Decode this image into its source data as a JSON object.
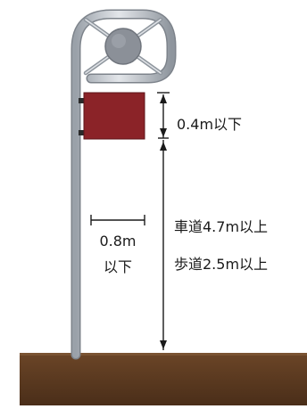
{
  "labels": {
    "panel_height": "0.4m以下",
    "panel_width_value": "0.8m",
    "panel_width_condition": "以下",
    "roadway_clearance": "車道4.7m以上",
    "sidewalk_clearance": "歩道2.5m以上"
  },
  "colors": {
    "pole": "#c7ccd3",
    "pole_outline": "#7d838b",
    "sign_panel": "#8b2328",
    "ground": "#5a3a22",
    "dimension_line": "#1a1a1a"
  }
}
